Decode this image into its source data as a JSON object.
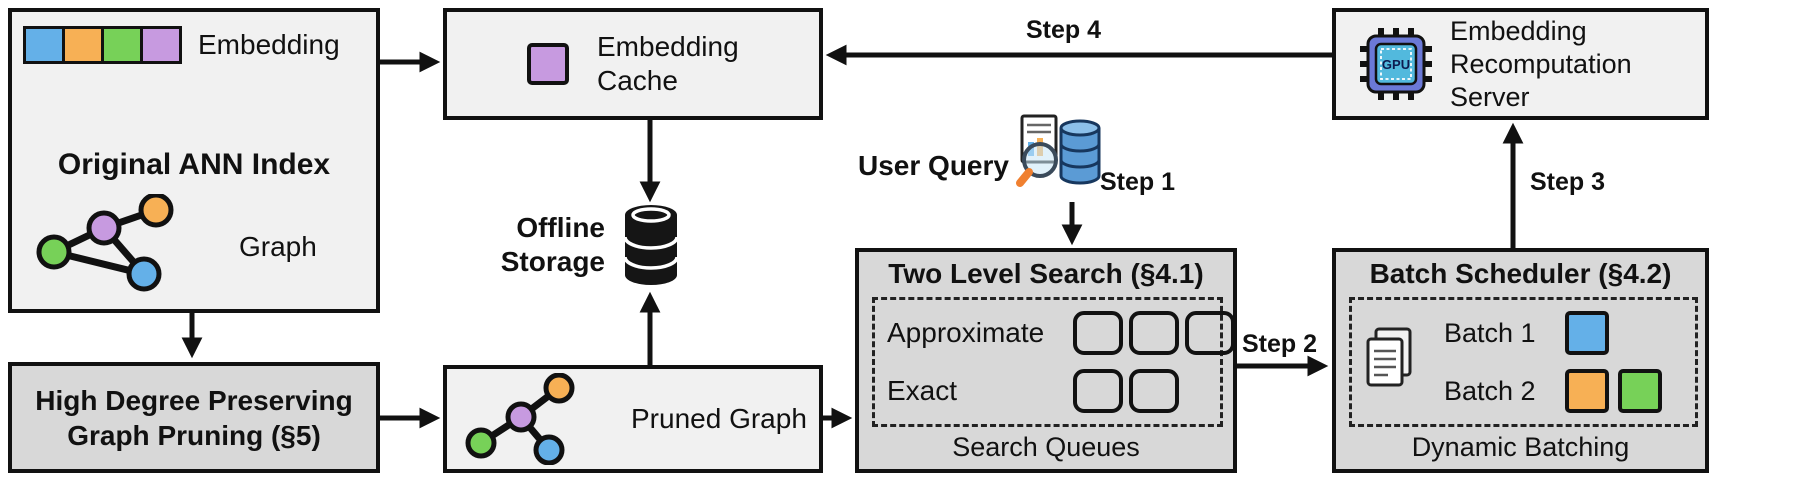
{
  "palette": {
    "blue": "#64b0e8",
    "orange": "#f7b055",
    "green": "#77d158",
    "purple": "#c79ae0",
    "box_light": "#f1f1f1",
    "box_dark": "#d8d8d8",
    "border": "#111111"
  },
  "original_ann_index": {
    "title": "Original ANN Index",
    "embedding_label": "Embedding",
    "graph_label": "Graph",
    "embedding_colors": [
      "blue",
      "orange",
      "green",
      "purple"
    ]
  },
  "embedding_cache": {
    "label": "Embedding Cache"
  },
  "recomputation_server": {
    "label": "Embedding Recomputation Server",
    "gpu_icon_text": "GPU"
  },
  "offline_storage": {
    "label": "Offline Storage"
  },
  "user_query": {
    "label": "User Query"
  },
  "steps": {
    "step1": "Step 1",
    "step2": "Step 2",
    "step3": "Step 3",
    "step4": "Step 4"
  },
  "two_level_search": {
    "title": "Two Level Search (§4.1)",
    "rows": [
      {
        "label": "Approximate",
        "slots": 3
      },
      {
        "label": "Exact",
        "slots": 2
      }
    ],
    "footer": "Search Queues"
  },
  "batch_scheduler": {
    "title": "Batch Scheduler (§4.2)",
    "batches": [
      {
        "label": "Batch 1",
        "colors": [
          "blue"
        ]
      },
      {
        "label": "Batch 2",
        "colors": [
          "orange",
          "green"
        ]
      }
    ],
    "footer": "Dynamic Batching"
  },
  "graph_pruning": {
    "title": "High Degree Preserving Graph Pruning (§5)"
  },
  "pruned_graph": {
    "label": "Pruned Graph"
  }
}
